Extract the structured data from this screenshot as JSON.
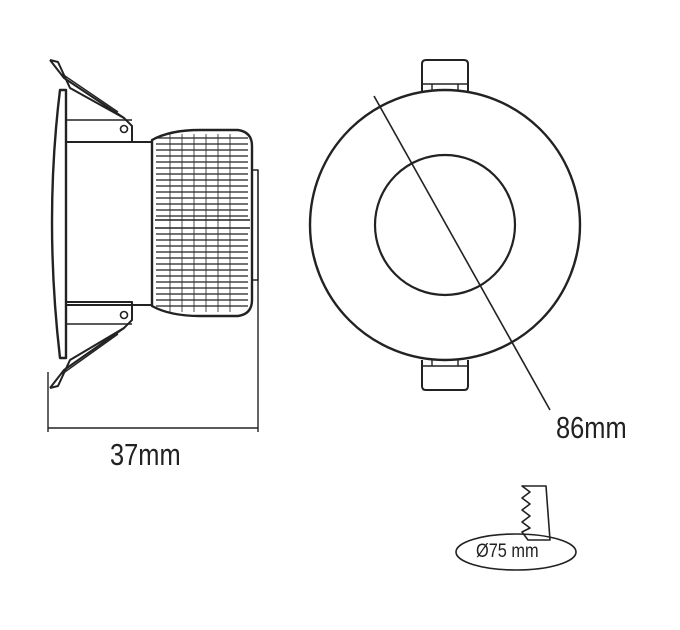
{
  "labels": {
    "depth": "37mm",
    "diameter": "86mm",
    "cutout": "Ø75 mm"
  },
  "colors": {
    "line": "#222222",
    "background": "#ffffff"
  }
}
